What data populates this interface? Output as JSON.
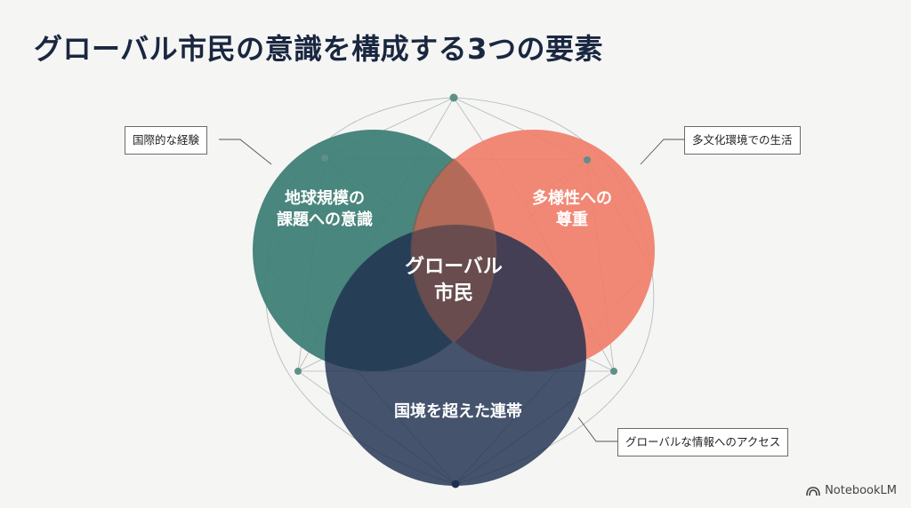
{
  "title": "グローバル市民の意識を構成する3つの要素",
  "circles": {
    "green": {
      "label_line1": "地球規模の",
      "label_line2": "課題への意識",
      "color": "#3f7f76"
    },
    "coral": {
      "label_line1": "多様性への",
      "label_line2": "尊重",
      "color": "#f07f6a"
    },
    "navy": {
      "label": "国境を超えた連帯",
      "color": "#2b3a58"
    },
    "center": {
      "line1": "グローバル",
      "line2": "市民"
    }
  },
  "callouts": {
    "left": "国際的な経験",
    "right": "多文化環境での生活",
    "bottom": "グローバルな情報へのアクセス"
  },
  "brand": "NotebookLM",
  "colors": {
    "background": "#f5f5f4",
    "title": "#1a2740",
    "network": "#7f9591"
  }
}
